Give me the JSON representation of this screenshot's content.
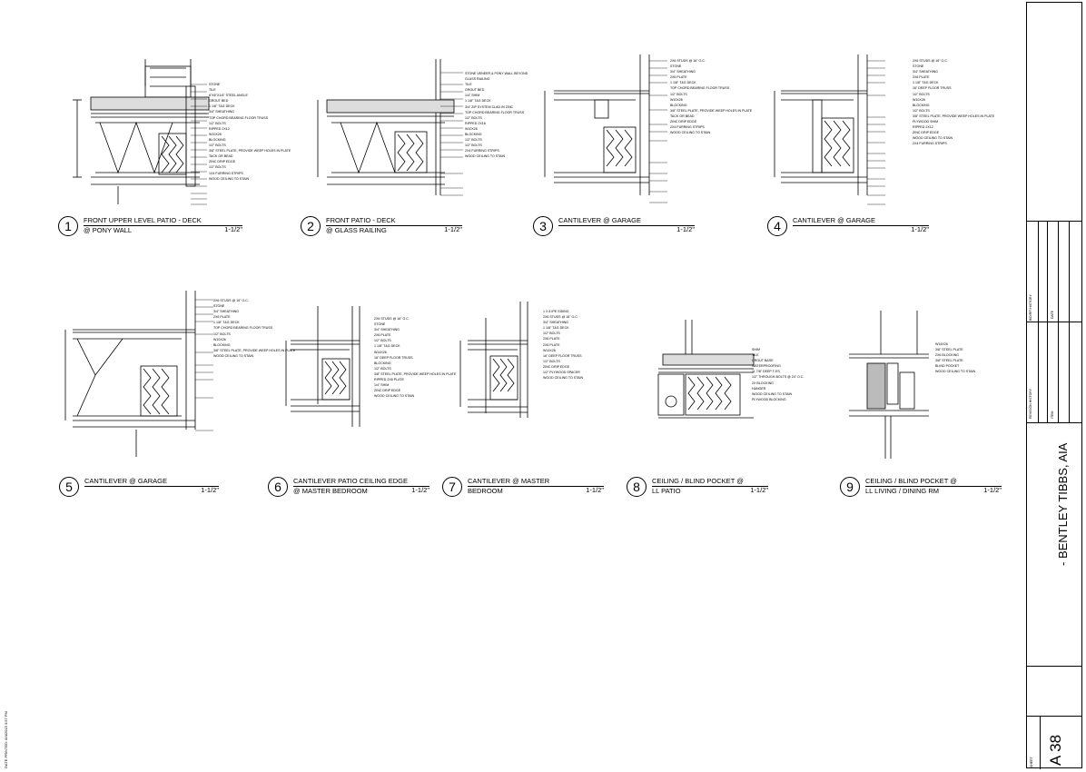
{
  "details": [
    {
      "num": "1",
      "title": "FRONT UPPER LEVEL PATIO - DECK",
      "subtitle": "@ PONY WALL",
      "scale": "1-1/2\"",
      "notes": [
        "STONE",
        "TILE",
        "6\"x6\"x1/4\" STEEL ANGLE",
        "GROUT BED",
        "1 1/8\" T&G DECK",
        "3/4\" SHEATHING",
        "TOP CHORD BEARING FLOOR TRUSS",
        "1/2\" BOLTS",
        "RIPPED 2x12",
        "W10x26",
        "BLOCKING",
        "1/2\" BOLTS",
        "3/8\" STEEL PLATE, PROVIDE WEEP HOLES IN PLATE",
        "TACK OR BEAD",
        "ZINC DRIP EDGE",
        "1/2\" BOLTS",
        "1x4 FURRING STRIPS",
        "WOOD CEILING TO STAIN"
      ]
    },
    {
      "num": "2",
      "title": "FRONT PATIO - DECK",
      "subtitle": "@ GLASS RAILING",
      "scale": "1-1/2\"",
      "notes": [
        "STONE VENEER & PONY WALL BEYOND",
        "GLASS RAILING",
        "TILE",
        "GROUT BED",
        "1/4\" SHIM",
        "1 1/8\" T&G DECK",
        "3/4\" ZIP SYSTEM CLAD IN ZINC",
        "TOP CHORD BEARING FLOOR TRUSS",
        "1/2\" BOLTS",
        "RIPPED 2x16",
        "W10x26",
        "BLOCKING",
        "1/2\" BOLTS",
        "1/2\" BOLTS",
        "2x4 FURRING STRIPS",
        "WOOD CEILING TO STAIN"
      ]
    },
    {
      "num": "3",
      "title": "CANTILEVER @ GARAGE",
      "subtitle": "",
      "scale": "1-1/2\"",
      "notes": [
        "2x6 STUDS @ 16\" O.C.",
        "STONE",
        "3/4\" SHEATHING",
        "2x6 PLATE",
        "1 1/8\" T&G DECK",
        "TOP CHORD BEARING FLOOR TRUSS",
        "1/2\" BOLTS",
        "W10x26",
        "BLOCKING",
        "3/8\" STEEL PLATE, PROVIDE WEEP HOLES IN PLATE",
        "TACK OR BEAD",
        "ZINC DRIP EDGE",
        "2x4 FURRING STRIPS",
        "WOOD CEILING TO STAIN"
      ]
    },
    {
      "num": "4",
      "title": "CANTILEVER @ GARAGE",
      "subtitle": "",
      "scale": "1-1/2\"",
      "notes": [
        "2x6 STUDS @ 16\" O.C.",
        "STONE",
        "3/4\" SHEATHING",
        "2x6 PLATE",
        "1 1/8\" T&G DECK",
        "16\" DEEP FLOOR TRUSS",
        "1/2\" BOLTS",
        "W10x26",
        "BLOCKING",
        "1/2\" BOLTS",
        "3/8\" STEEL PLATE, PROVIDE WEEP HOLES IN PLATE",
        "PLYWOOD SHIM",
        "RIPPED 2x12",
        "ZINC DRIP EDGE",
        "WOOD CEILING TO STAIN",
        "2x4 FURRING STRIPS"
      ]
    },
    {
      "num": "5",
      "title": "CANTILEVER @ GARAGE",
      "subtitle": "",
      "scale": "1-1/2\"",
      "notes": [
        "2x6 STUDS @ 16\" O.C.",
        "STONE",
        "3/4\" SHEATHING",
        "2x6 PLATE",
        "1 1/8\" T&G DECK",
        "TOP CHORD BEARING FLOOR TRUSS",
        "1/2\" BOLTS",
        "W10x26",
        "BLOCKING",
        "3/8\" STEEL PLATE, PROVIDE WEEP HOLES IN PLATE",
        "WOOD CEILING TO STAIN"
      ]
    },
    {
      "num": "6",
      "title": "CANTILEVER PATIO CEILING EDGE",
      "subtitle": "@ MASTER BEDROOM",
      "scale": "1-1/2\"",
      "notes": [
        "2x6 STUDS @ 16\" O.C.",
        "STONE",
        "3/4\" SHEATHING",
        "2x6 PLATE",
        "1/2\" BOLTS",
        "1 1/8\" T&G DECK",
        "W14x26",
        "16\" DEEP FLOOR TRUSS",
        "BLOCKING",
        "1/2\" BOLTS",
        "3/8\" STEEL PLATE, PROVIDE WEEP HOLES IN PLATE",
        "RIPPED 2x6 PLATE",
        "1/4\" SHIM",
        "ZINC DRIP EDGE",
        "WOOD CEILING TO STAIN"
      ]
    },
    {
      "num": "7",
      "title": "CANTILEVER @ MASTER",
      "subtitle": "BEDROOM",
      "scale": "1-1/2\"",
      "notes": [
        "1 x 8 IPE SIDING",
        "2x6 STUDS @ 16\" O.C.",
        "3/4\" SHEATHING",
        "1 1/8\" T&G DECK",
        "1/2\" BOLTS",
        "2x6 PLATE",
        "2x6 PLATE",
        "W14x26",
        "16\" DEEP FLOOR TRUSS",
        "1/2\" BOLTS",
        "ZINC DRIP EDGE",
        "1/2\" PLYWOOD SPACER",
        "WOOD CEILING TO STAIN"
      ]
    },
    {
      "num": "8",
      "title": "CEILING / BLIND POCKET @",
      "subtitle": "LL PATIO",
      "scale": "1-1/2\"",
      "notes": [
        "SHIM",
        "TILE",
        "GROUT BASE",
        "WATERPROOFING",
        "11 7/8\" DEEP TJI'S",
        "1/2\" THROUGH-BOLTS @ 24\" O.C.",
        "2x BLOCKING",
        "HANGER",
        "WOOD CEILING TO STAIN",
        "PLYWOOD BLOCKING"
      ]
    },
    {
      "num": "9",
      "title": "CEILING / BLIND POCKET @",
      "subtitle": "LL LIVING / DINING RM",
      "scale": "1-1/2\"",
      "notes": [
        "W14x26",
        "3/8\" STEEL PLATE",
        "2x6 BLOCKING",
        "3/8\" STEEL PLATE",
        "BLIND POCKET",
        "WOOD CEILING TO STAIN"
      ]
    }
  ],
  "titleblock": {
    "firm": "- BENTLEY TIBBS, AIA",
    "sheet_label": "SHEET",
    "sheet_number": "A 38",
    "revision_history": "REVISION HISTORY",
    "bid_history": "BID/RFI HISTORY",
    "date_col": "DATE",
    "item_col": "ITEM"
  },
  "printed": "DATE PRINTED: 8/4/2015 3:57 PM"
}
